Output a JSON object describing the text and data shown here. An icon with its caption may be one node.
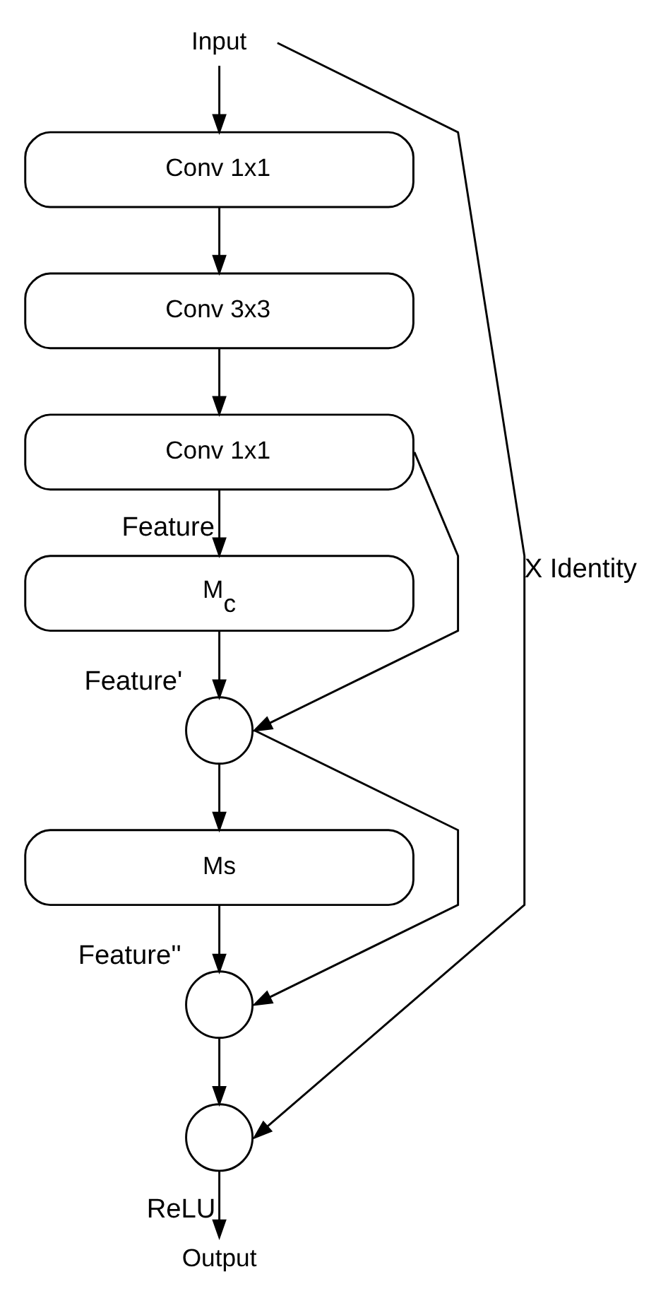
{
  "diagram": {
    "nodes": [
      {
        "text": [
          "Input"
        ]
      },
      {
        "text": [
          "Conv 1x1"
        ]
      },
      {
        "text": [
          "Conv 3x3"
        ]
      },
      {
        "text": [
          "Conv 1x1"
        ]
      },
      {
        "text": [
          "M$_{c}$"
        ]
      },
      {
        "text": [],
        "shape": "circle",
        "beside": [
          "Feature'"
        ]
      },
      {
        "text": [
          "Ms"
        ]
      },
      {
        "text": [],
        "shape": "circle",
        "beside": [
          "Feature''"
        ]
      },
      {
        "text": [],
        "shape": "circle"
      },
      {
        "text": [
          "Output"
        ]
      }
    ],
    "edges": [
      {
        "from": 0,
        "to": 1,
        "arrow": "to"
      },
      {
        "from": 1,
        "to": 2,
        "arrow": "to"
      },
      {
        "from": 2,
        "to": 3,
        "arrow": "to"
      },
      {
        "from": 3,
        "to": 4,
        "arrow": "to",
        "label": "Feature"
      },
      {
        "from": 3,
        "to": 5,
        "arrow": "to"
      },
      {
        "from": 4,
        "to": 5,
        "arrow": "to"
      },
      {
        "from": 5,
        "to": 6,
        "arrow": "to"
      },
      {
        "from": 5,
        "to": 7,
        "arrow": "to"
      },
      {
        "from": 6,
        "to": 7,
        "arrow": "to"
      },
      {
        "from": 7,
        "to": 8,
        "arrow": "to"
      },
      {
        "from": 0,
        "to": 8,
        "arrow": "to",
        "label": "X Identity"
      },
      {
        "from": 8,
        "to": 9,
        "arrow": "to",
        "label": "ReLU"
      }
    ]
  }
}
